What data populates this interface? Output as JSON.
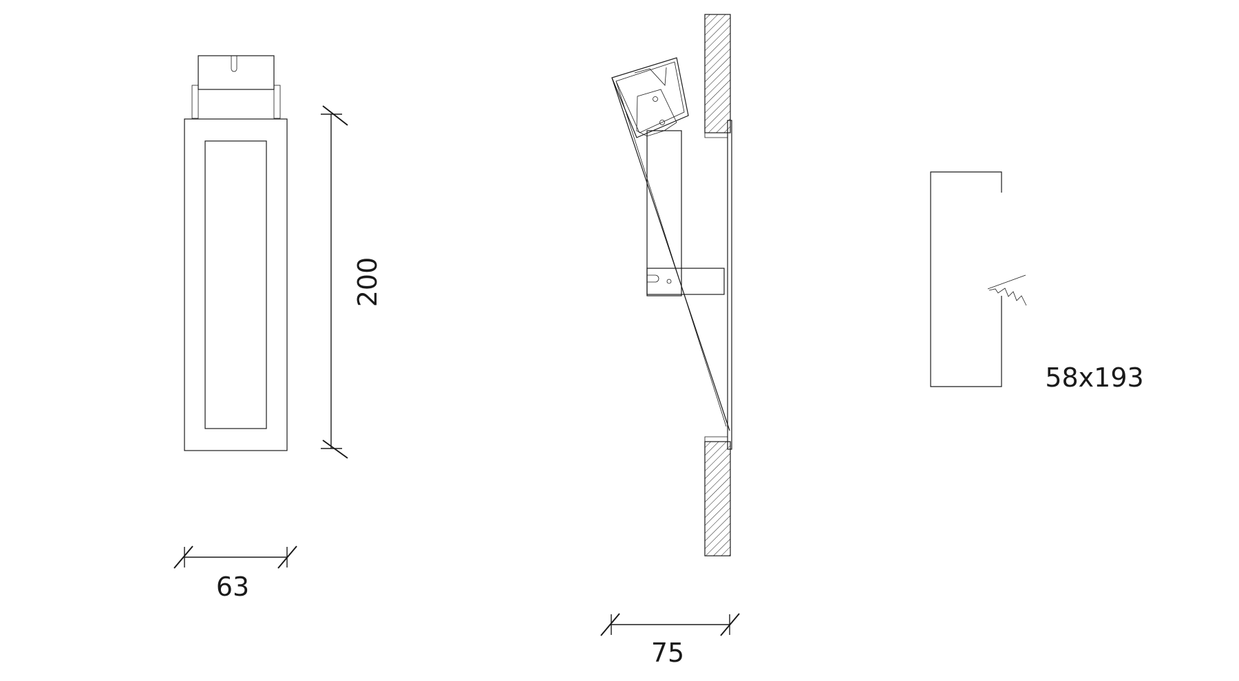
{
  "dimensions": {
    "front_height": "200",
    "front_width": "63",
    "section_depth": "75",
    "cutout": "58x193"
  },
  "colors": {
    "line": "#1a1a1a",
    "background": "#ffffff"
  }
}
